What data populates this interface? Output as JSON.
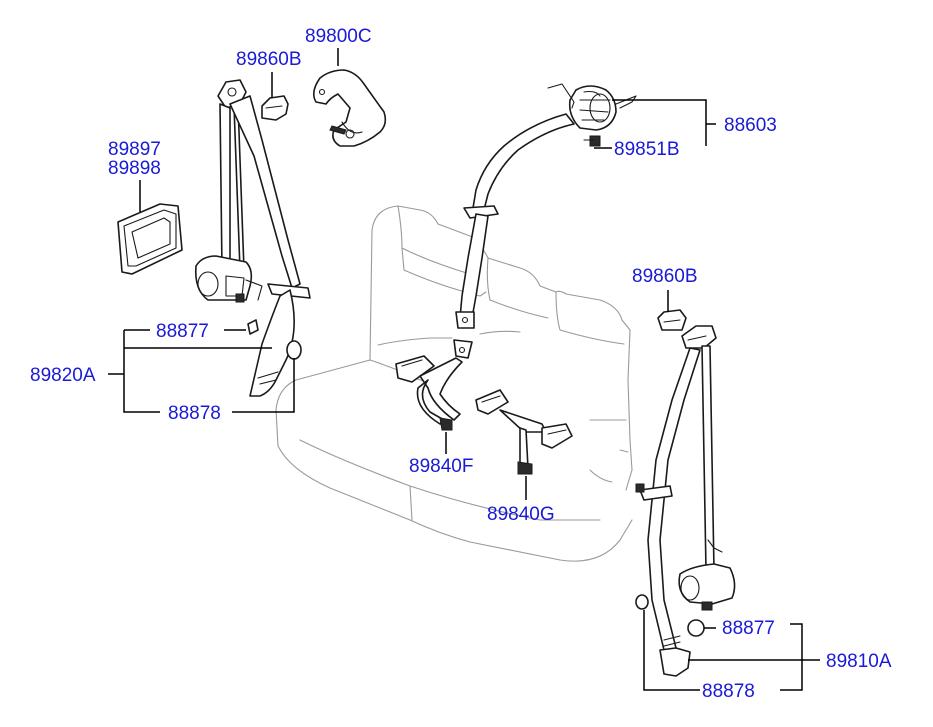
{
  "labels": {
    "bracket_top": "89800C",
    "cover_left_top": "89860B",
    "cover_right": "89860B",
    "trim_a": "89897",
    "trim_b": "89898",
    "retractor_front": "88603",
    "bolt": "89851B",
    "washer_left": "88877",
    "belt_left": "89820A",
    "cap_left": "88878",
    "buckle_f": "89840F",
    "buckle_g": "89840G",
    "washer_right": "88877",
    "belt_right": "89810A",
    "cap_right": "88878"
  },
  "colors": {
    "label": "#1a1ad6",
    "line": "#1a1a1a",
    "seat_outline": "#9a9a9a",
    "background": "#ffffff"
  }
}
